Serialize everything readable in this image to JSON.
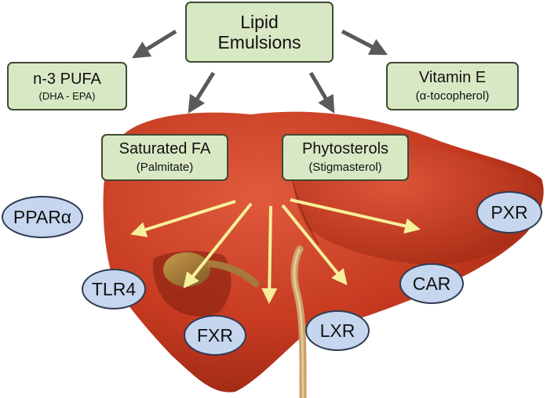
{
  "title": {
    "line1": "Lipid",
    "line2": "Emulsions"
  },
  "components": {
    "n3_pufa": {
      "label": "n-3 PUFA",
      "sub": "(DHA - EPA)"
    },
    "vitamin_e": {
      "label": "Vitamin E",
      "sub": "(α-tocopherol)"
    },
    "saturated_fa": {
      "label": "Saturated FA",
      "sub": "(Palmitate)"
    },
    "phytosterols": {
      "label": "Phytosterols",
      "sub": "(Stigmasterol)"
    }
  },
  "receptors": {
    "ppara": "PPARα",
    "tlr4": "TLR4",
    "fxr": "FXR",
    "lxr": "LXR",
    "car": "CAR",
    "pxr": "PXR"
  },
  "colors": {
    "box_fill": "#d9e8c4",
    "box_border": "#3f4a33",
    "receptor_fill": "#c5d6ee",
    "receptor_border": "#2e3b52",
    "liver": "#c0331a",
    "gray_arrow": "#5a5a5a",
    "yellow_arrow": "#f7f09a"
  }
}
